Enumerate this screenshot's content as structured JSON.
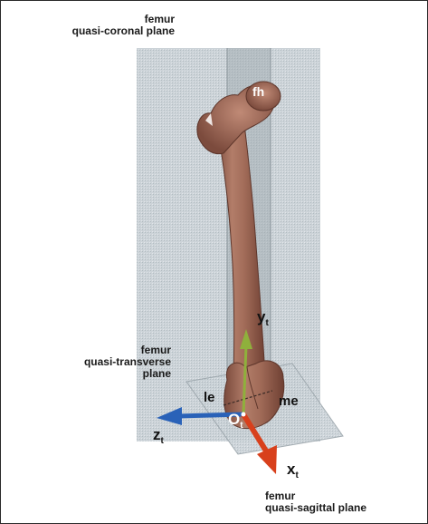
{
  "labels": {
    "coronal_plane": {
      "line1": "femur",
      "line2": "quasi-coronal plane"
    },
    "transverse_plane": {
      "line1": "femur",
      "line2": "quasi-transverse",
      "line3": "plane"
    },
    "sagittal_plane": {
      "line1": "femur",
      "line2": "quasi-sagittal plane"
    }
  },
  "landmarks": {
    "femoral_head": "fh",
    "lateral_epicondyle": "le",
    "medial_epicondyle": "me",
    "origin": {
      "base": "O",
      "sub": "t"
    }
  },
  "axes": {
    "x": {
      "base": "x",
      "sub": "t",
      "color": "#d8401c"
    },
    "y": {
      "base": "y",
      "sub": "t",
      "color": "#8fb03c"
    },
    "z": {
      "base": "z",
      "sub": "t",
      "color": "#2a62b8"
    }
  },
  "colors": {
    "bone": "#a06a58",
    "plane": "#c4ccd2",
    "frame": "#2a2a2a"
  }
}
